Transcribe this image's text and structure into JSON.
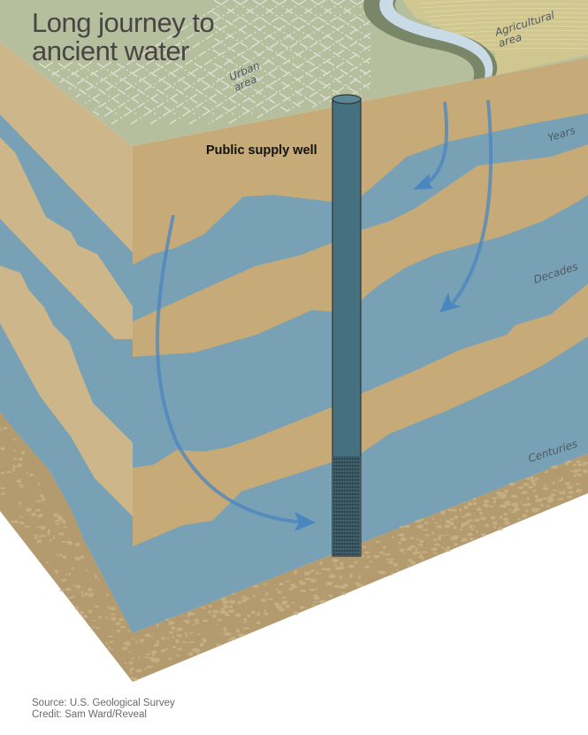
{
  "title": {
    "line1": "Long journey to",
    "line2": "ancient water"
  },
  "labels": {
    "well": "Public supply well",
    "urban": {
      "line1": "Urban",
      "line2": "area"
    },
    "agricultural": {
      "line1": "Agricultural",
      "line2": "area"
    },
    "years": "Years",
    "decades": "Decades",
    "centuries": "Centuries"
  },
  "footer": {
    "source": "Source: U.S. Geological Survey",
    "credit": "Credit: Sam Ward/Reveal"
  },
  "colors": {
    "surface": "#b5bf9e",
    "sand_left": "#cdb68a",
    "sand_right": "#c2a674",
    "water": "#78a1b5",
    "soil": "#b39b6f",
    "well": "#44707f",
    "arrow": "#4a86c0"
  }
}
